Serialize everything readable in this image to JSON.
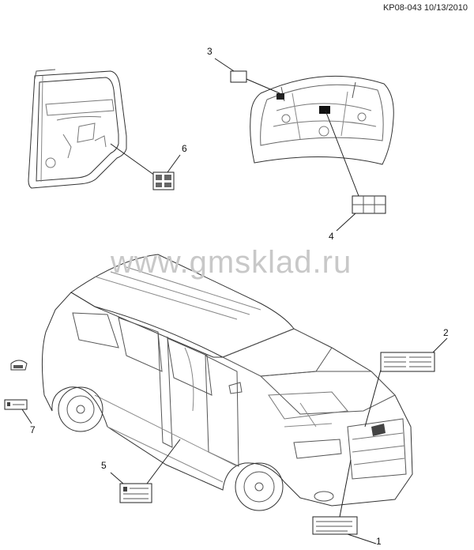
{
  "header": {
    "doc_id": "KP08-043 10/13/2010"
  },
  "watermark": "www.gmsklad.ru",
  "callouts": {
    "c1": "1",
    "c2": "2",
    "c3": "3",
    "c4": "4",
    "c5": "5",
    "c6": "6",
    "c7": "7"
  }
}
